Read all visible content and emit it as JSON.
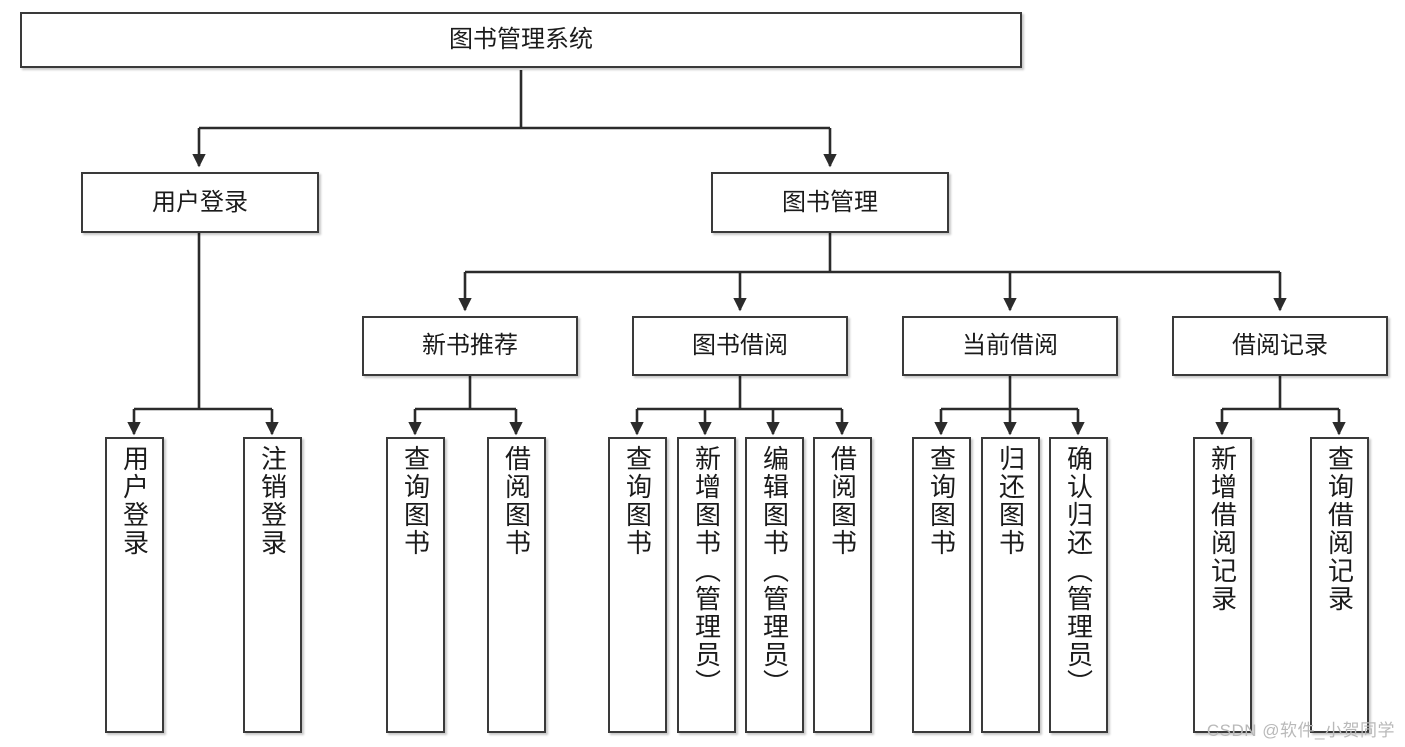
{
  "diagram": {
    "title": "图书管理系统",
    "type": "hierarchy-tree",
    "watermark": "CSDN @软件_小贺同学",
    "colors": {
      "box_border": "#3a3a3a",
      "box_fill": "#ffffff",
      "edge": "#2b2b2b",
      "text": "#1b1b1b",
      "watermark": "#b9b9b9"
    },
    "levels": {
      "root": {
        "label": "图书管理系统"
      },
      "level2": [
        {
          "label": "用户登录"
        },
        {
          "label": "图书管理"
        }
      ],
      "level3": [
        {
          "label": "新书推荐"
        },
        {
          "label": "图书借阅"
        },
        {
          "label": "当前借阅"
        },
        {
          "label": "借阅记录"
        }
      ],
      "leaves": [
        {
          "label": "用户登录",
          "parent": "用户登录"
        },
        {
          "label": "注销登录",
          "parent": "用户登录"
        },
        {
          "label": "查询图书",
          "parent": "新书推荐"
        },
        {
          "label": "借阅图书",
          "parent": "新书推荐"
        },
        {
          "label": "查询图书",
          "parent": "图书借阅"
        },
        {
          "label": "新增图书（管理员）",
          "parent": "图书借阅"
        },
        {
          "label": "编辑图书（管理员）",
          "parent": "图书借阅"
        },
        {
          "label": "借阅图书",
          "parent": "图书借阅"
        },
        {
          "label": "查询图书",
          "parent": "当前借阅"
        },
        {
          "label": "归还图书",
          "parent": "当前借阅"
        },
        {
          "label": "确认归还（管理员）",
          "parent": "当前借阅"
        },
        {
          "label": "新增借阅记录",
          "parent": "借阅记录"
        },
        {
          "label": "查询借阅记录",
          "parent": "借阅记录"
        }
      ]
    }
  }
}
